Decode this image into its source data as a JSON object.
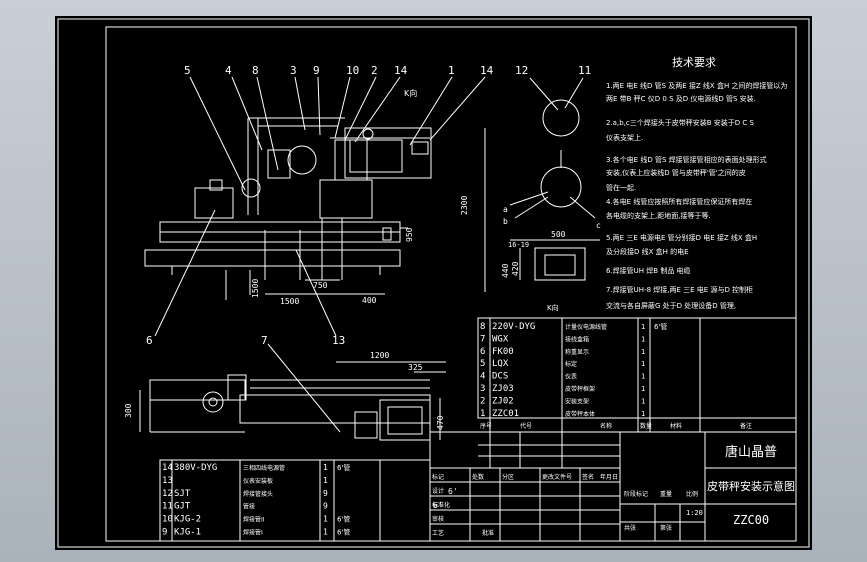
{
  "tech_req": {
    "title": "技术要求",
    "items": [
      "1.两E 电E 线D 管S 及两E 接Z 线X 盒H 之间的焊接管以为",
      "两E 带B 秤C 仪D 0 S 及D 仪电源线D 管S 安装.",
      "2.a,b,c三个焊接头于皮带秤安装B 安装于D C S",
      "仪表支架上.",
      "3.各个电E 线D 管S 焊接管接管相应的表面处理形式",
      "安装,仪表上应装线D 管与皮带秤'管'之间的皮",
      "管在一起.",
      "4.各电E 线管应按照所有焊接管应保证所有焊在",
      "各电缆的支架上,距地面,接等于等.",
      "5.两E 三E 电源电E 管分别接D 电E 接Z 线X 盒H",
      "及分段接D 线X 盒H 的电E",
      "6.焊接管UH 焊B 制品 电缆",
      "7.焊接管UH-8 焊接,两E 三E 电E 源与D 控制柜",
      "交流与各自屏蔽G 处于D 处理设备D 管理,"
    ]
  },
  "balloons_top": [
    "5",
    "4",
    "8",
    "3",
    "9",
    "10",
    "2",
    "14",
    "1",
    "14"
  ],
  "balloons_right": [
    "12",
    "11"
  ],
  "balloons_bottom": [
    "6",
    "13",
    "7"
  ],
  "view_k": "K向",
  "view_k2": "K向",
  "dims": {
    "d2300": "2300",
    "d950": "950",
    "d1500": "1500",
    "d750": "750",
    "d400": "400",
    "d1200": "1200",
    "d325": "325",
    "d300": "300",
    "d470": "470",
    "d500": "500",
    "d420": "420",
    "d440": "440",
    "d16": "16-19",
    "a": "a",
    "b": "b",
    "c": "c"
  },
  "bom_right": [
    {
      "no": "8",
      "code": "220V-DYG",
      "name": "计量仪电源线管",
      "qty": "1",
      "note": "6'管"
    },
    {
      "no": "7",
      "code": "WGX",
      "name": "接线盒箱",
      "qty": "1",
      "note": ""
    },
    {
      "no": "6",
      "code": "FK00",
      "name": "称重显示",
      "qty": "1",
      "note": ""
    },
    {
      "no": "5",
      "code": "LQX",
      "name": "标定",
      "qty": "1",
      "note": ""
    },
    {
      "no": "4",
      "code": "DCS",
      "name": "仪表",
      "qty": "1",
      "note": ""
    },
    {
      "no": "3",
      "code": "ZJ03",
      "name": "皮带秤框架",
      "qty": "1",
      "note": ""
    },
    {
      "no": "2",
      "code": "ZJ02",
      "name": "安装支架",
      "qty": "1",
      "note": ""
    },
    {
      "no": "1",
      "code": "ZZC01",
      "name": "皮带秤本体",
      "qty": "1",
      "note": ""
    }
  ],
  "bom_right_header": [
    "序号",
    "代号",
    "名称",
    "数量",
    "材料",
    "备注"
  ],
  "bom_left": [
    {
      "no": "14",
      "code": "380V-DYG",
      "name": "三相四线电源管",
      "qty": "1",
      "note": "6'管"
    },
    {
      "no": "13",
      "code": "",
      "name": "仪表安装板",
      "qty": "1",
      "note": ""
    },
    {
      "no": "12",
      "code": "SJT",
      "name": "焊接管接头",
      "qty": "9",
      "note": ""
    },
    {
      "no": "11",
      "code": "GJT",
      "name": "管接",
      "qty": "9",
      "note": ""
    },
    {
      "no": "10",
      "code": "KJG-2",
      "name": "焊接管II",
      "qty": "1",
      "note": "6'管"
    },
    {
      "no": "9",
      "code": "KJG-1",
      "name": "焊接管I",
      "qty": "1",
      "note": "6'管"
    }
  ],
  "title_block": {
    "company": "唐山晶普",
    "drawing_title": "皮带秤安装示意图",
    "drawing_no": "ZZC00",
    "scale": "1:20",
    "labels": [
      "标记",
      "处数",
      "分区",
      "更改文件号",
      "签名",
      "年月日",
      "设计",
      "标准化",
      "审核",
      "工艺",
      "批准",
      "阶段标记",
      "重量",
      "比例",
      "共张",
      "第张"
    ],
    "six": "6'",
    "six2": "6'"
  }
}
